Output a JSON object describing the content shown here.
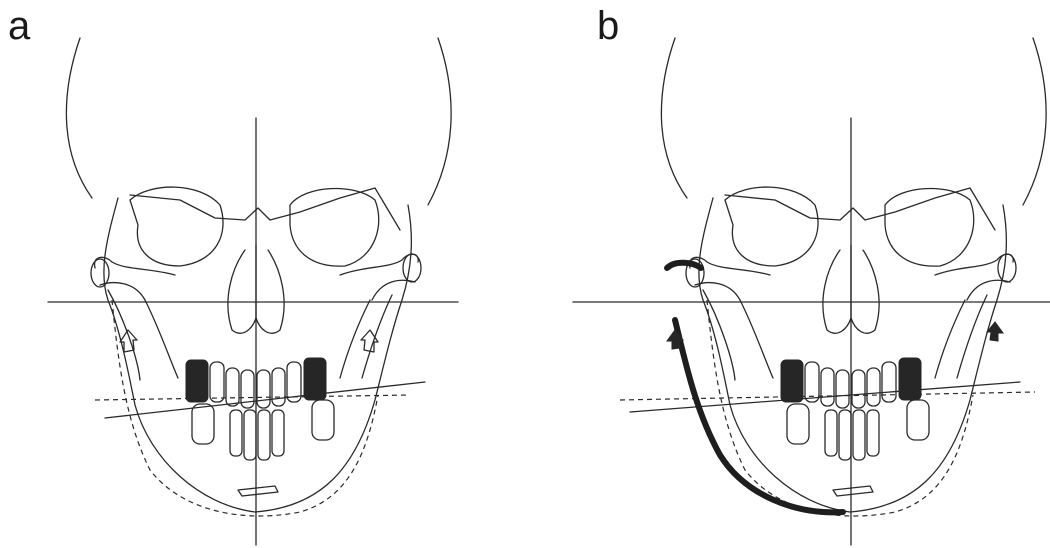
{
  "figure": {
    "panels": [
      {
        "id": "a",
        "label": "a",
        "highlighted_contour": false,
        "arrow_style": "open"
      },
      {
        "id": "b",
        "label": "b",
        "highlighted_contour": true,
        "arrow_style": "filled"
      }
    ],
    "colors": {
      "ink": "#2a2a2a",
      "background": "#ffffff",
      "highlight": "#1e1e1e"
    }
  }
}
